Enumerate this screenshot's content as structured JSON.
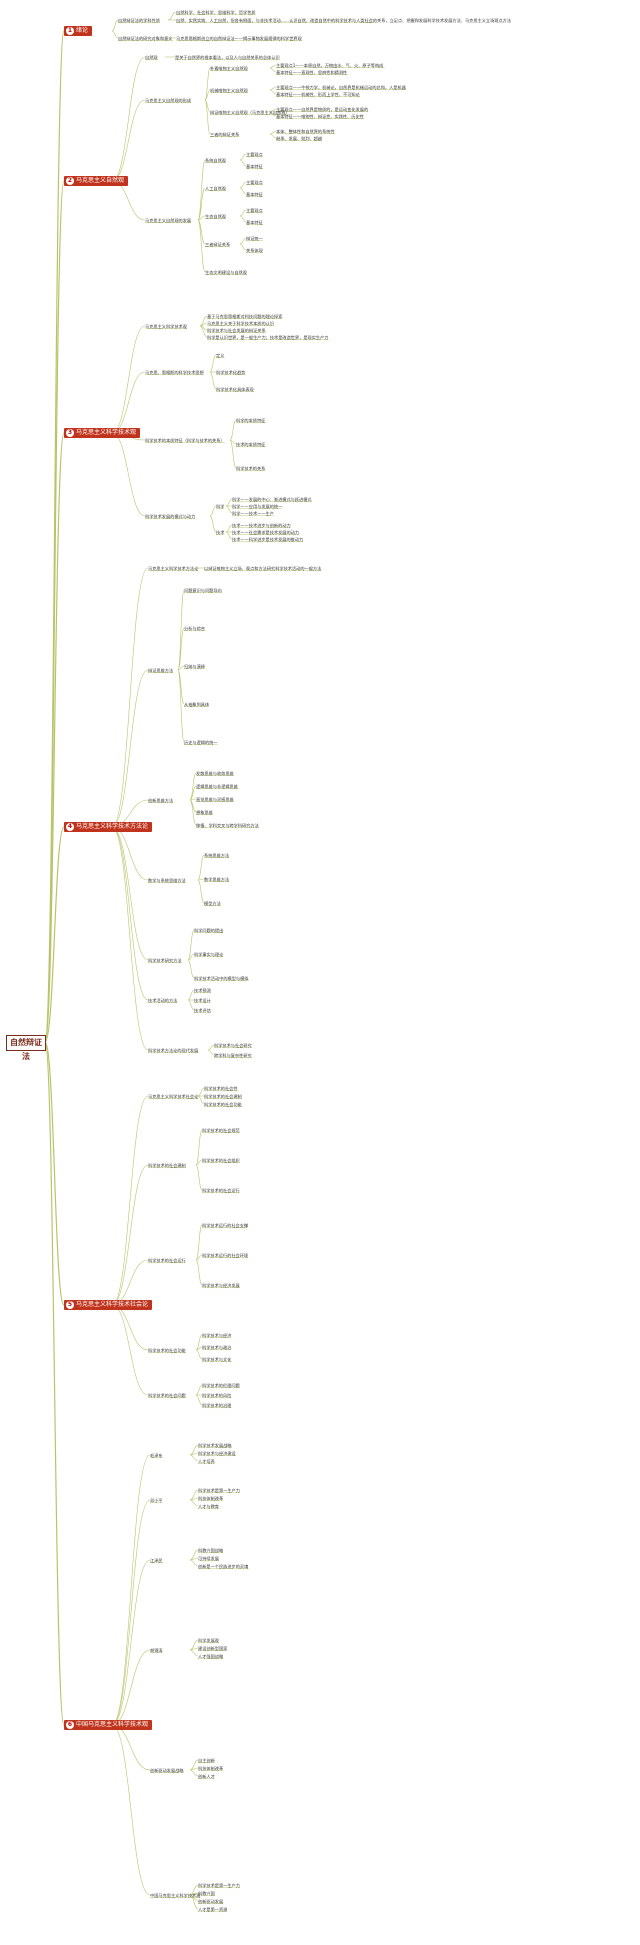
{
  "root": "自然辩证法",
  "chapter_color": "#c0341d",
  "line_color": "#b9c46a",
  "chapters": [
    {
      "num": "1",
      "title": "绪论"
    },
    {
      "num": "2",
      "title": "马克思主义自然观"
    },
    {
      "num": "3",
      "title": "马克思主义科学技术观"
    },
    {
      "num": "4",
      "title": "马克思主义科学技术方法论"
    },
    {
      "num": "5",
      "title": "马克思主义科学技术社会论"
    },
    {
      "num": "6",
      "title": "中国马克思主义科学技术观"
    }
  ],
  "ch1": {
    "a": "自然辩证法的学科性质",
    "a_items": [
      "自然科学、社会科学、思维科学、哲学性质",
      "自然、实然实践、人工自然，但各有侧面，与非技术活动……认识自然、改造自然中的科学技术与人类社会的关系，立足点、把握和发展科学技术发展方法、马克思主义立场观点方法"
    ],
    "b": "自然辩证法的研究对象和意义",
    "b_item": "马克思恩格斯创立的自然辩证法——揭示事物发展规律的科学世界观"
  },
  "ch2": {
    "s1": "自然观",
    "s1_item": "是关于自然界的根本看法，以及人与自然关系的总体认识",
    "s2": "马克思主义自然观的形成",
    "s2_items": [
      "朴素唯物主义自然观",
      "机械唯物主义自然观",
      "辩证唯物主义自然观（马克思主义自然观）",
      "三者的辩证关系"
    ],
    "s2_sub": [
      "主要观点1——本原自然，万物由水、气、火、原子等构成",
      "基本特征——直观性、思辨性和猜测性",
      "主要观点——牛顿力学，机械论，自然界是机械运动的总和，人是机器",
      "基本特征——机械性、形而上学性、不可知论",
      "主要观点——自然界是物质的，是运动变化发展的",
      "基本特征——唯物性、辩证性、实践性、历史性",
      "本体、整体性和自然界的系统性",
      "继承、发展、批判、超越"
    ],
    "s3": "马克思主义自然观的发展",
    "s3_items": [
      "系统自然观",
      "人工自然观",
      "生态自然观",
      "三者辩证关系",
      "生态文明建设与自然观"
    ],
    "s3_sub": [
      "主要观点",
      "基本特征",
      "主要观点",
      "基本特征",
      "主要观点",
      "基本特征",
      "辩证统一",
      "关系体现"
    ]
  },
  "ch3": {
    "s1": "马克思主义科学技术观",
    "s1_items": [
      "基于马克思恩格斯对科技问题的理论探索",
      "马克思主义关于科学技术本质的认识",
      "科学技术与社会发展的辩证关系",
      "科学是认识世界，是一般生产力；技术是改造世界，是现实生产力"
    ],
    "s2": "马克思、恩格斯的科学技术思想",
    "s2_items": [
      "定义",
      "科学技术化趋势",
      "科学技术化具体表现"
    ],
    "s3": "科学技术的本质特征（科学与技术的关系）",
    "s3_items": [
      "科学的本质特征",
      "技术的本质特征",
      "科学技术的关系"
    ],
    "s4": "科学技术发展的模式与动力",
    "s4_items": [
      "科学",
      "技术"
    ],
    "s4_sub": [
      "科学——发展的中心：渐进模式与跃进模式",
      "科学——应用与发展的统一",
      "科学——技术——生产",
      "技术——技术进步与创新的动力",
      "技术——社会需求是技术发展的动力",
      "技术——科学进步是技术发展的推动力"
    ]
  },
  "ch4": {
    "s1": "马克思主义科学技术方法论",
    "s1_item": "以辩证唯物主义立场、观点和方法研究科学技术活动的一般方法",
    "s2": "辩证思维方法",
    "s2_items": [
      "问题意识与问题导向",
      "分析与综合",
      "归纳与演绎",
      "从抽象到具体",
      "历史与逻辑的统一"
    ],
    "s3": "创新思维方法",
    "s3_items": [
      "发散思维与收敛思维",
      "逻辑思维与非逻辑思维",
      "直觉思维与灵感思维",
      "想象思维",
      "移植、学科交叉与跨学科研究方法"
    ],
    "s4": "数学与系统思维方法",
    "s4_items": [
      "系统思维方法",
      "数学思维方法",
      "模型方法"
    ],
    "s5": "科学技术研究方法",
    "s5_items": [
      "科学问题的提出",
      "科学事实与理论",
      "科学技术活动中的模型与模拟"
    ],
    "s6": "技术活动的方法",
    "s6_items": [
      "技术预测",
      "技术设计",
      "技术评估"
    ],
    "s7": "科学技术方法论的现代发展",
    "s7_items": [
      "科学技术与社会研究",
      "跨学科与复杂性研究"
    ]
  },
  "ch5": {
    "s1": "马克思主义科学技术社会论",
    "s1_items": [
      "科学技术的社会性",
      "科学技术的社会建制",
      "科学技术的社会功能"
    ],
    "s2": "科学技术的社会建制",
    "s2_items": [
      "科学技术的社会规范",
      "科学技术的社会组织",
      "科学技术的社会运行"
    ],
    "s3": "科学技术的社会运行",
    "s3_items": [
      "科学技术运行的社会支撑",
      "科学技术运行的社会环境",
      "科学技术与经济发展"
    ],
    "s4": "科学技术的社会功能",
    "s4_items": [
      "科学技术与经济",
      "科学技术与政治",
      "科学技术与文化"
    ],
    "s5": "科学技术的社会问题",
    "s5_items": [
      "科学技术的伦理问题",
      "科学技术的风险",
      "科学技术的治理"
    ]
  },
  "ch6": {
    "s1": "毛泽东",
    "s1_items": [
      "科学技术发展战略",
      "科学技术与经济建设",
      "人才培养"
    ],
    "s2": "邓小平",
    "s2_items": [
      "科学技术是第一生产力",
      "科技体制改革",
      "人才与教育"
    ],
    "s3": "江泽民",
    "s3_items": [
      "科教兴国战略",
      "可持续发展",
      "创新是一个民族进步的灵魂"
    ],
    "s4": "胡锦涛",
    "s4_items": [
      "科学发展观",
      "建设创新型国家",
      "人才强国战略"
    ],
    "s5": "创新驱动发展战略",
    "s5_items": [
      "自主创新",
      "科技体制改革",
      "创新人才"
    ],
    "s6": "中国马克思主义科学技术观",
    "s6_items": [
      "科学技术是第一生产力",
      "科教兴国",
      "创新驱动发展",
      "人才是第一资源"
    ]
  }
}
